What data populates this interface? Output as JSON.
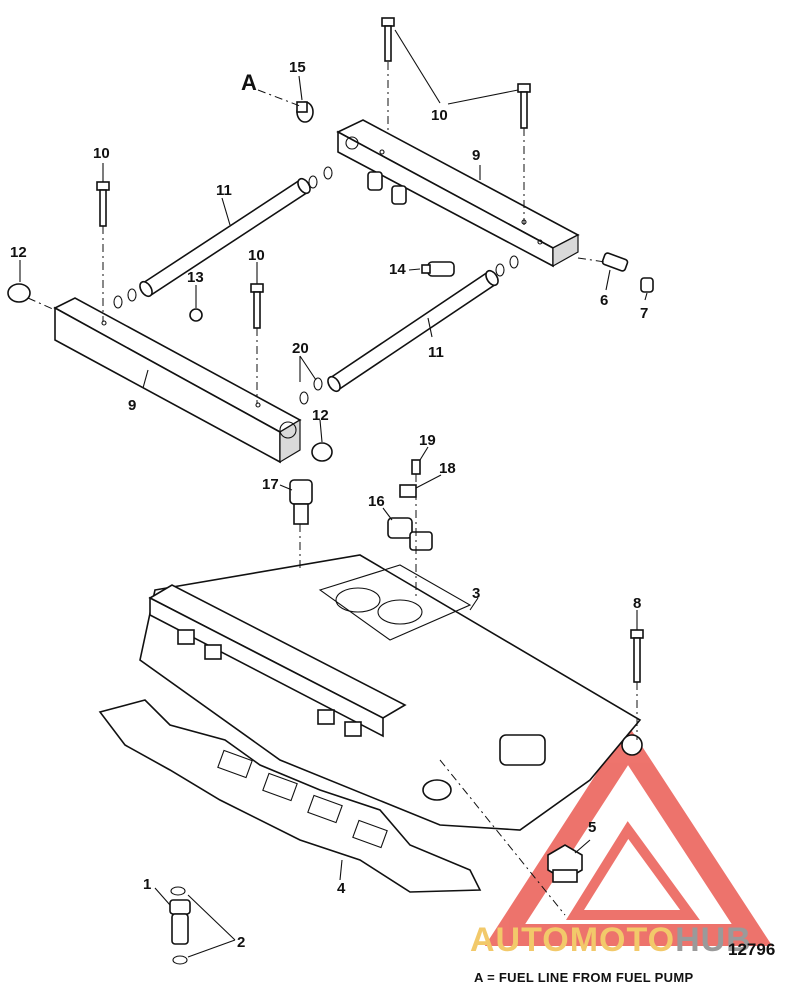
{
  "diagram": {
    "figure_number": "12796",
    "legend": "A = FUEL LINE FROM FUEL PUMP",
    "marker_a": "A",
    "callouts": {
      "c1": "1",
      "c2": "2",
      "c3": "3",
      "c4": "4",
      "c5": "5",
      "c6": "6",
      "c7": "7",
      "c8": "8",
      "c9a": "9",
      "c9b": "9",
      "c10a": "10",
      "c10b": "10",
      "c10c": "10",
      "c11a": "11",
      "c11b": "11",
      "c12a": "12",
      "c12b": "12",
      "c13": "13",
      "c14": "14",
      "c15": "15",
      "c16": "16",
      "c17": "17",
      "c18": "18",
      "c19": "19",
      "c20": "20"
    }
  },
  "watermark": {
    "brand_part1": "AUTOMOTO",
    "brand_part2": "HUB",
    "triangle_color": "#e8453c",
    "text_color_1": "#f2c96a",
    "text_color_2": "#9a9a9a"
  }
}
